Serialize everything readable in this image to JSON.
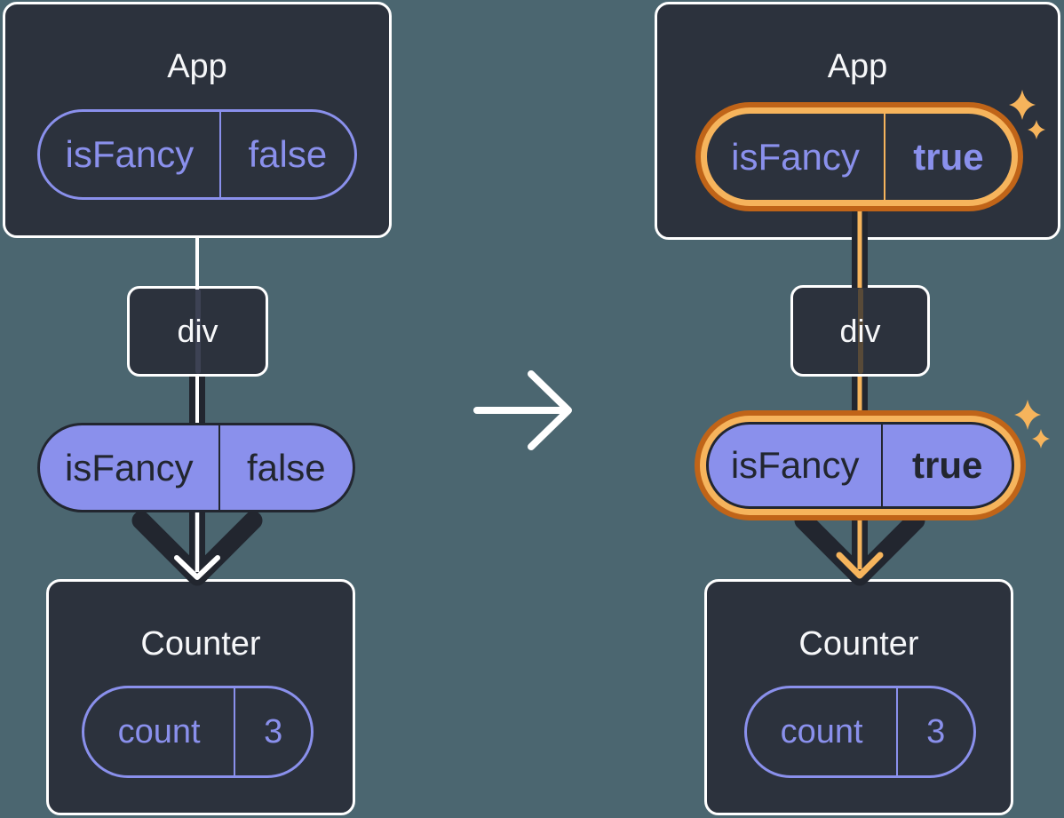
{
  "colors": {
    "background": "#4b6670",
    "card": "#2c323d",
    "dark_stroke": "#22262f",
    "purple": "#8a90ec",
    "orange_light": "#f6b45c",
    "orange_dark": "#c06418",
    "white": "#ffffff"
  },
  "before": {
    "app": {
      "title": "App",
      "pill": {
        "key": "isFancy",
        "value": "false"
      }
    },
    "div_label": "div",
    "passed_pill": {
      "key": "isFancy",
      "value": "false"
    },
    "counter": {
      "title": "Counter",
      "pill": {
        "key": "count",
        "value": "3"
      }
    }
  },
  "after": {
    "app": {
      "title": "App",
      "pill": {
        "key": "isFancy",
        "value": "true"
      }
    },
    "div_label": "div",
    "passed_pill": {
      "key": "isFancy",
      "value": "true"
    },
    "counter": {
      "title": "Counter",
      "pill": {
        "key": "count",
        "value": "3"
      }
    }
  }
}
